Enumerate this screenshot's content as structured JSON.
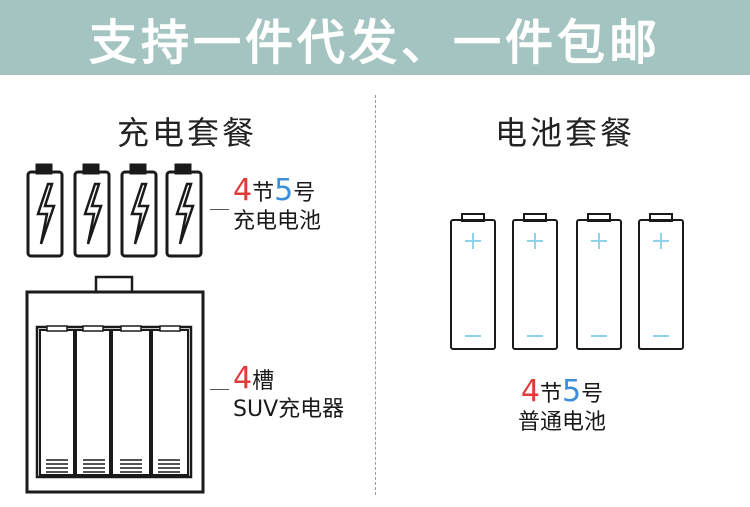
{
  "banner": {
    "text": "支持一件代发、一件包邮"
  },
  "left": {
    "heading": "充电套餐",
    "batteries_label": {
      "count": "4",
      "unit1": "节",
      "size": "5",
      "unit2": "号",
      "line2": "充电电池"
    },
    "charger_label": {
      "count": "4",
      "unit": "槽",
      "line2": "SUV充电器"
    }
  },
  "right": {
    "heading": "电池套餐",
    "batteries_label": {
      "count": "4",
      "unit1": "节",
      "size": "5",
      "unit2": "号",
      "line2": "普通电池"
    }
  },
  "colors": {
    "banner_bg": "#a4c4c1",
    "accent_red": "#e03b3b",
    "accent_blue": "#3b8fd9",
    "plus_minus": "#8fd3e8"
  },
  "icons": [
    "lightning-icon",
    "plus-icon",
    "minus-icon"
  ]
}
